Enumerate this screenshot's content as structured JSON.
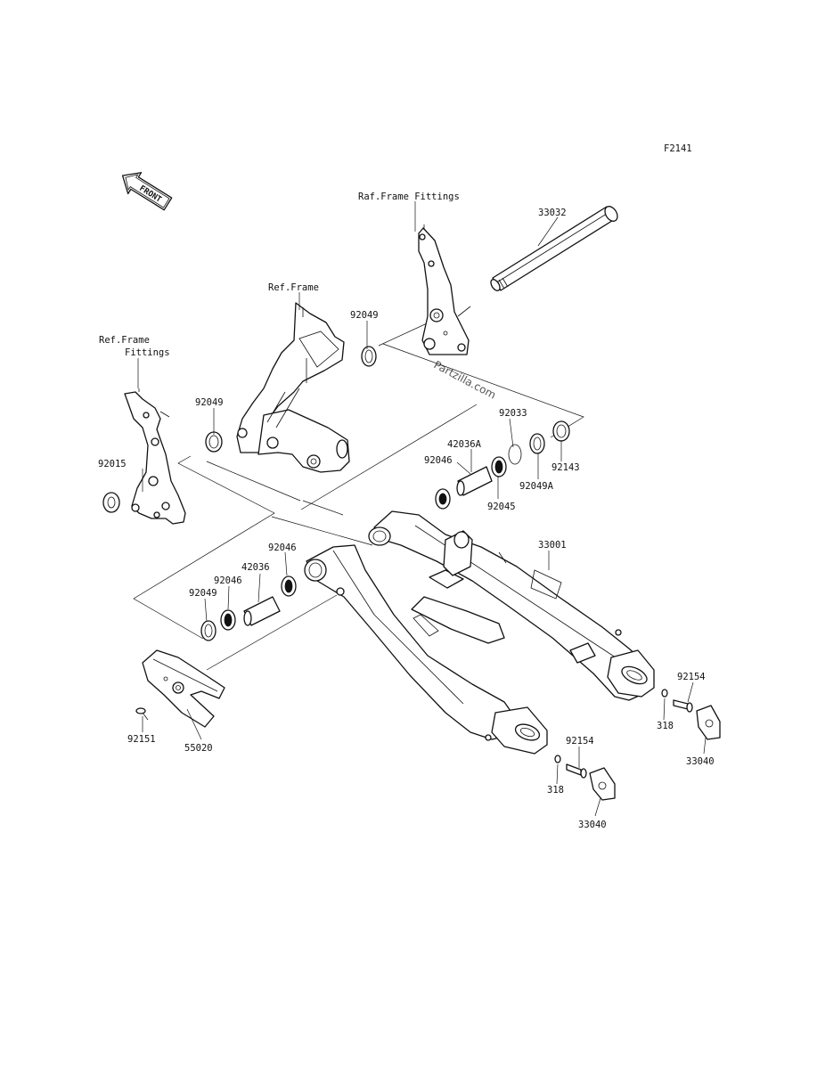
{
  "diagram_code": "F2141",
  "front_label": "FRONT",
  "watermark": "Partzilla.com",
  "copyright": "",
  "references": {
    "frame_fittings_top": "Raf.Frame Fittings",
    "frame": "Ref.Frame",
    "frame_fittings_left_1": "Ref.Frame",
    "frame_fittings_left_2": "Fittings"
  },
  "parts": {
    "p33032": "33032",
    "p92049_top": "92049",
    "p92033": "92033",
    "p92049_left": "92049",
    "p42036A": "42036A",
    "p92046_upper": "92046",
    "p92143": "92143",
    "p92015": "92015",
    "p92049A": "92049A",
    "p92045": "92045",
    "p33001": "33001",
    "p92046_a": "92046",
    "p42036": "42036",
    "p92046_b": "92046",
    "p92049_lower": "92049",
    "p92154_right": "92154",
    "p318_right": "318",
    "p33040_right": "33040",
    "p92151": "92151",
    "p55020": "55020",
    "p92154_bottom": "92154",
    "p318_bottom": "318",
    "p33040_bottom": "33040"
  }
}
